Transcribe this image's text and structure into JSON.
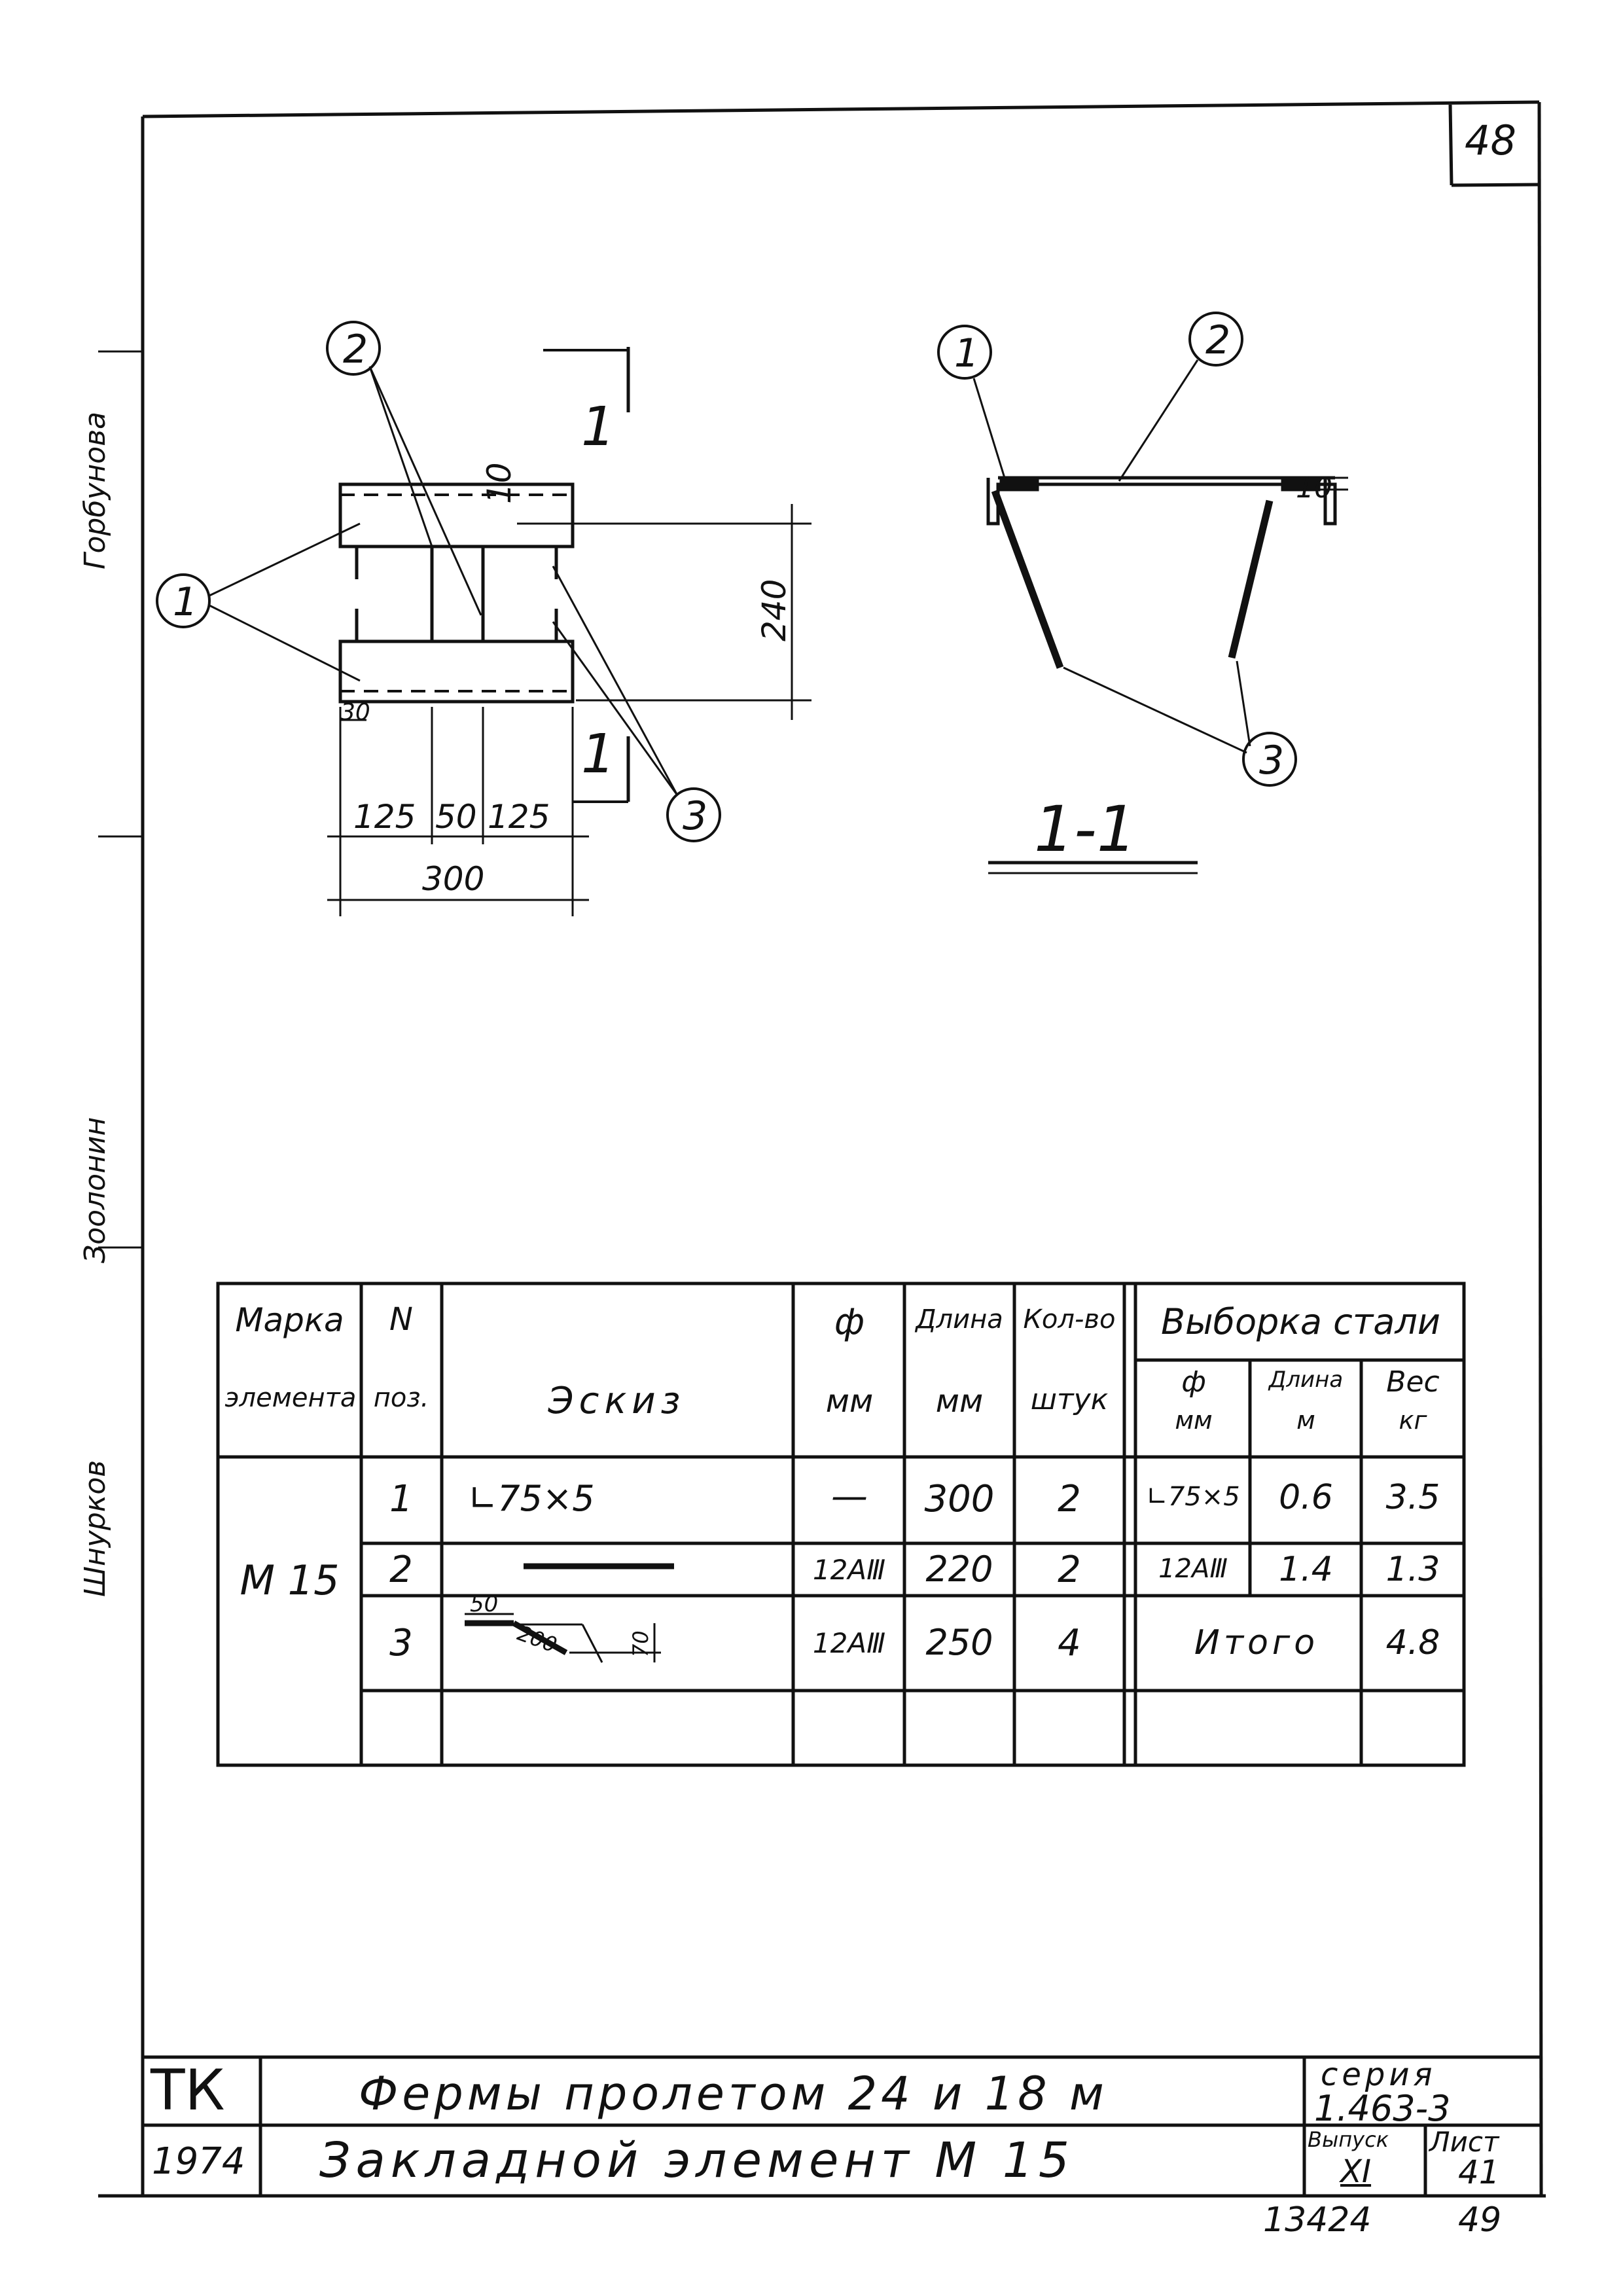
{
  "sheet": {
    "corner_number": "48",
    "bottom_numbers": {
      "left": "13424",
      "right": "49"
    }
  },
  "margin_labels": [
    "Горбунова",
    "Зоолонин",
    "Шнурков"
  ],
  "drawing": {
    "plan": {
      "positions": [
        "1",
        "2",
        "3"
      ],
      "section_marks": [
        "1",
        "1"
      ],
      "dimensions": {
        "top_plate": "10",
        "height": "240",
        "edge": "30",
        "span_left": "125",
        "span_mid": "50",
        "span_right": "125",
        "total": "300"
      }
    },
    "section": {
      "title": "1-1",
      "positions": [
        "1",
        "2",
        "3"
      ],
      "dimension": "10"
    }
  },
  "spec_table": {
    "headers": {
      "mark_line1": "Марка",
      "mark_line2": "элемента",
      "pos_line1": "N",
      "pos_line2": "поз.",
      "sketch": "Эскиз",
      "dia_line1": "ф",
      "dia_line2": "мм",
      "len_line1": "Длина",
      "len_line2": "мм",
      "qty_line1": "Кол-во",
      "qty_line2": "штук",
      "steel_group": "Выборка стали",
      "steel_dia_line1": "ф",
      "steel_dia_line2": "мм",
      "steel_len_line1": "Длина",
      "steel_len_line2": "м",
      "steel_wt_line1": "Вес",
      "steel_wt_line2": "кг"
    },
    "element_mark": "М 15",
    "rows": [
      {
        "pos": "1",
        "sketch": "∟75×5",
        "dia": "—",
        "length": "300",
        "qty": "2"
      },
      {
        "pos": "2",
        "sketch": "",
        "dia": "12АⅢ",
        "length": "220",
        "qty": "2"
      },
      {
        "pos": "3",
        "sketch": "",
        "dia": "12АⅢ",
        "length": "250",
        "qty": "4"
      }
    ],
    "sketch3_dims": {
      "a": "50",
      "b": "200",
      "c": "70"
    },
    "steel_rows": [
      {
        "dia": "∟75×5",
        "length": "0.6",
        "weight": "3.5"
      },
      {
        "dia": "12АⅢ",
        "length": "1.4",
        "weight": "1.3"
      }
    ],
    "total_label": "Итого",
    "total_value": "4.8"
  },
  "title_block": {
    "org": "ТК",
    "year": "1974",
    "title_line1": "Фермы пролетом 24 и 18 м",
    "title_line2": "Закладной элемент М 15",
    "series_label": "серия",
    "series_value": "1.463-3",
    "issue_label": "Выпуск",
    "issue_value": "XI",
    "sheet_label": "Лист",
    "sheet_value": "41"
  }
}
